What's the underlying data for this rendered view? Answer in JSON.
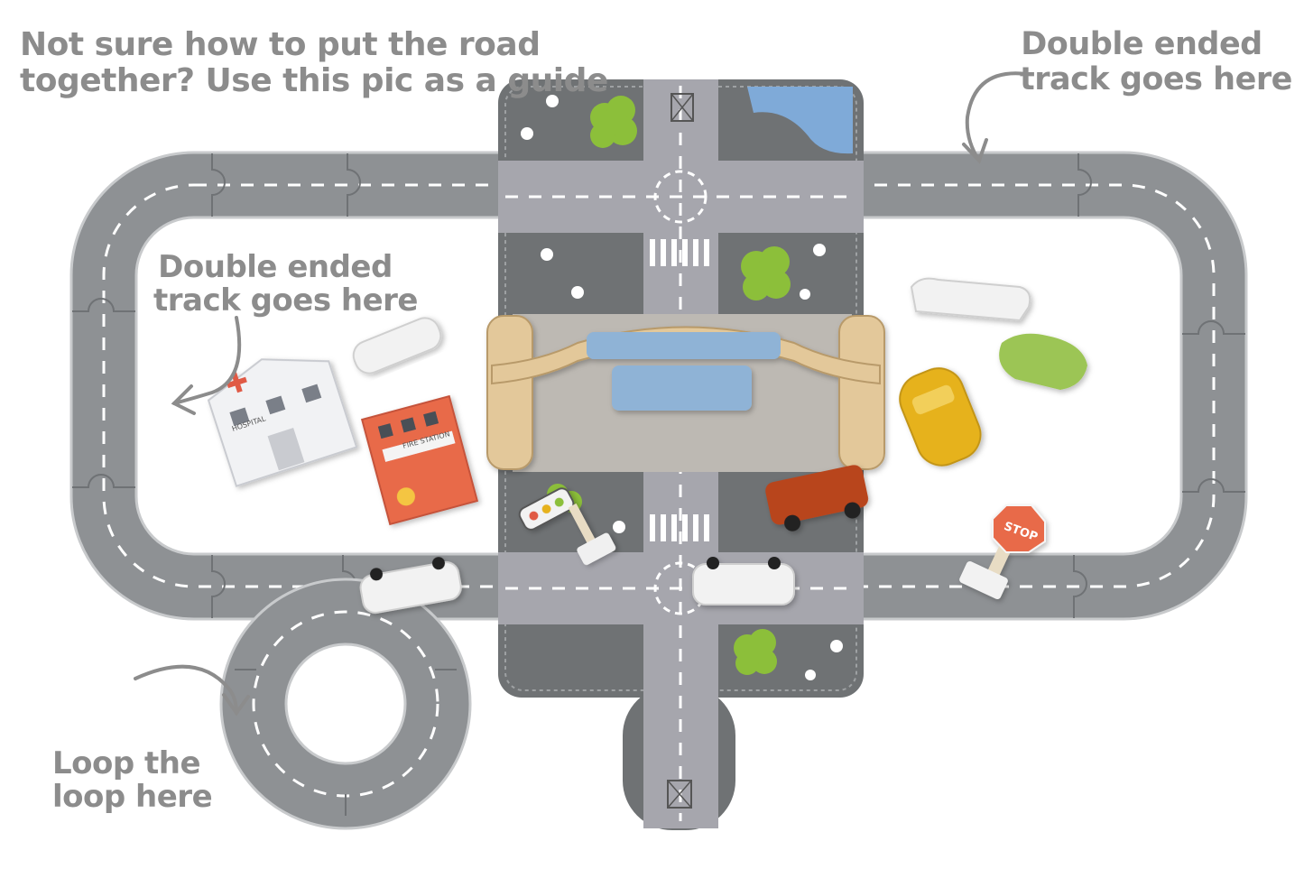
{
  "captions": {
    "guide": [
      "Not sure how to put the road",
      "together? Use this pic as a guide"
    ],
    "double_right": [
      "Double ended",
      "track goes here"
    ],
    "double_left": [
      "Double ended",
      "track goes here"
    ],
    "loop": [
      "Loop the",
      "loop here"
    ]
  },
  "toys": {
    "hospital_sign": "HOSPITAL",
    "fire_station_sign": "FIRE STATION",
    "stop_sign": "STOP"
  },
  "colors": {
    "road": "#8e9194",
    "road_edge": "#b9bcbf",
    "lane_mark": "#ffffff",
    "mat_dark": "#6f7274",
    "mat_road": "#a6a6ad",
    "grass_green": "#8cbf3a",
    "water_blue": "#7faad8",
    "caption_grey": "#8c8c8c",
    "wood": "#e3c89a",
    "car_yellow": "#e6b21f",
    "car_red": "#b8441f",
    "building_orange": "#e86a4a"
  }
}
